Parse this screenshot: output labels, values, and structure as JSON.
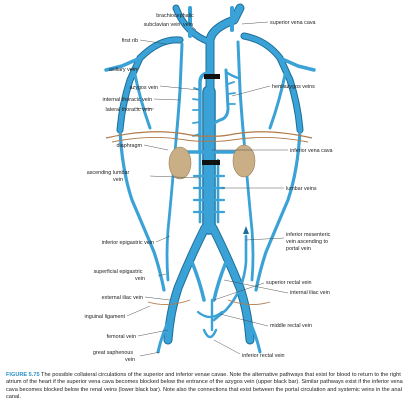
{
  "labels": {
    "brachiocephalic_vein": "brachiocephalic",
    "subclavian_vein": "subclavian vein",
    "vein_word": "vein",
    "superior_vena_cava": "superior vena cava",
    "first_rib": "first rib",
    "axillary_vein": "axillary vein",
    "azygos_vein": "azygos vein",
    "hemiazygos_veins": "hemiazygos veins",
    "internal_thoracic_vein": "internal thoracic vein",
    "lateral_thoracic_vein": "lateral thoracic vein",
    "diaphragm": "diaphragm",
    "inferior_vena_cava": "inferior vena cava",
    "ascending_lumbar_vein_1": "ascending lumbar",
    "ascending_lumbar_vein_2": "vein",
    "lumbar_veins": "lumbar veins",
    "inferior_epigastric_vein": "inferior epigastric vein",
    "inferior_mesenteric_1": "inferior mesenteric",
    "inferior_mesenteric_2": "vein ascending to",
    "inferior_mesenteric_3": "portal vein",
    "superficial_epigastric_1": "superficial epigastric",
    "superficial_epigastric_2": "vein",
    "superior_rectal_vein": "superior rectal vein",
    "internal_iliac_vein": "internal iliac vein",
    "external_iliac_vein": "external iliac vein",
    "inguinal_ligament": "inguinal ligament",
    "middle_rectal_vein": "middle rectal vein",
    "femoral_vein": "femoral vein",
    "great_saphenous_1": "great saphenous",
    "great_saphenous_2": "vein",
    "inferior_rectal_vein": "inferior rectal vein"
  },
  "caption": {
    "figure_number": "FIGURE 5.75",
    "text": " The possible collateral circulations of the superior and inferior venae cavae. Note the alternative pathways that exist for blood to return to the right atrium of the heart if the superior vena cava becomes blocked below the entrance of the azygos vein (upper black bar). Similar pathways exist if the inferior vena cava becomes blocked below the renal veins (lower black bar). Note also the connections that exist between the portal circulation and systemic veins in the anal canal."
  },
  "colors": {
    "vein": "#3aa2d6",
    "vein_outline": "#1d6f99",
    "kidney": "#c9ae86",
    "diaphragm": "#b07a4a",
    "block_bar": "#111111",
    "caption_figure_number": "#2a8fc8"
  }
}
